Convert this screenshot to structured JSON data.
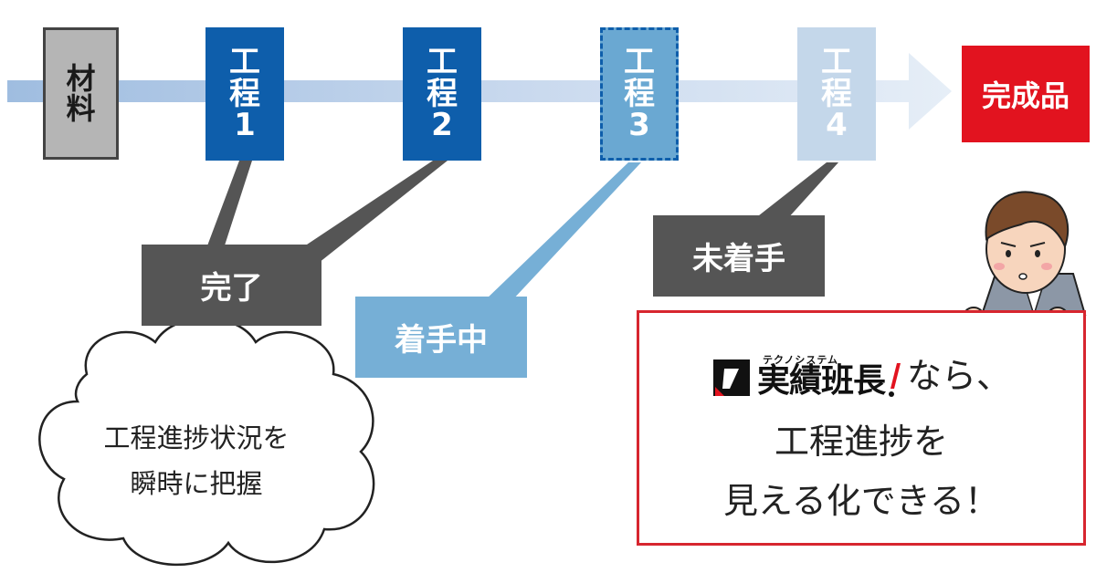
{
  "flow": {
    "material": {
      "chars": [
        "材",
        "料"
      ]
    },
    "processes": [
      {
        "chars": [
          "工",
          "程",
          "1"
        ],
        "state": "done"
      },
      {
        "chars": [
          "工",
          "程",
          "2"
        ],
        "state": "done"
      },
      {
        "chars": [
          "工",
          "程",
          "3"
        ],
        "state": "in-progress"
      },
      {
        "chars": [
          "工",
          "程",
          "4"
        ],
        "state": "not-started"
      }
    ],
    "product": "完成品"
  },
  "status_labels": {
    "done": "完了",
    "in_progress": "着手中",
    "not_started": "未着手"
  },
  "cloud": {
    "lines": [
      "工程進捗状況を",
      "瞬時に把握"
    ]
  },
  "callout": {
    "logo_kana": "テクノシステム",
    "logo_text": "実績班長",
    "line1_suffix": "なら、",
    "line2": "工程進捗を",
    "line3": "見える化できる！"
  },
  "colors": {
    "material_bg": "#b5b5b5",
    "done_bg": "#0e5eab",
    "in_progress_bg": "#6aa8d2",
    "not_started_bg": "#c4d7ea",
    "product_bg": "#e2131f",
    "label_bg": "#555555",
    "in_progress_label_bg": "#76afd6",
    "callout_border": "#d7262f"
  }
}
